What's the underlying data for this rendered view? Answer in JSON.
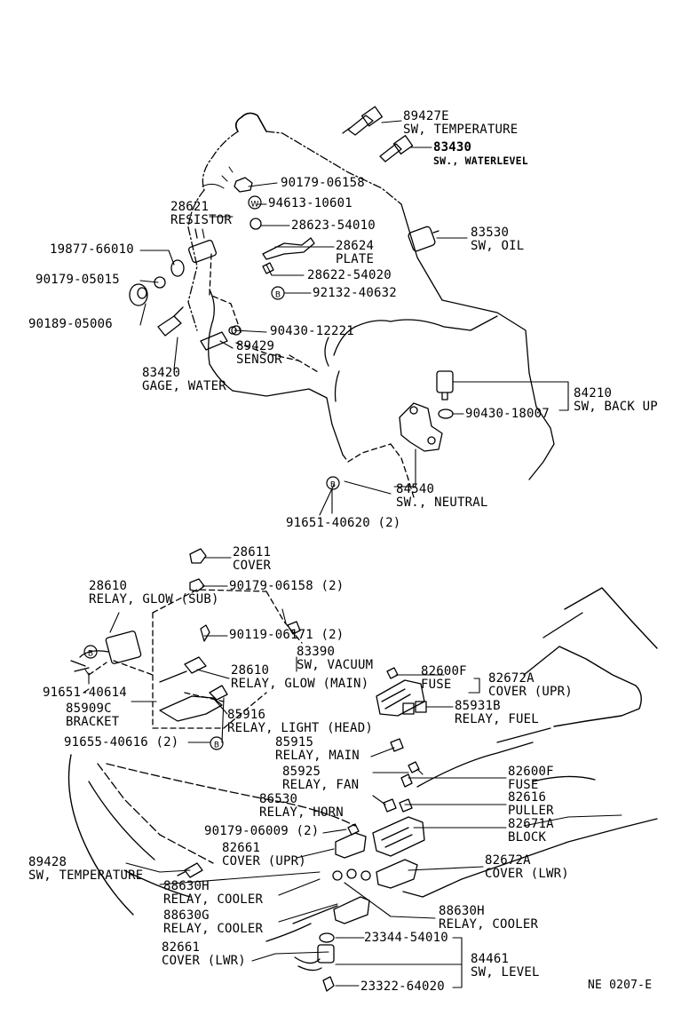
{
  "callouts": [
    {
      "part": "89427E",
      "name": "SW, TEMPERATURE"
    },
    {
      "part": "83430",
      "name": "SW., WATERLEVEL"
    },
    {
      "part": "90179-06158",
      "name": ""
    },
    {
      "part": "94613-10601",
      "name": ""
    },
    {
      "part": "28621",
      "name": "RESISTOR"
    },
    {
      "part": "28623-54010",
      "name": ""
    },
    {
      "part": "28624",
      "name": "PLATE"
    },
    {
      "part": "83530",
      "name": "SW, OIL"
    },
    {
      "part": "19877-66010",
      "name": ""
    },
    {
      "part": "28622-54020",
      "name": ""
    },
    {
      "part": "90179-05015",
      "name": ""
    },
    {
      "part": "92132-40632",
      "name": ""
    },
    {
      "part": "90189-05006",
      "name": ""
    },
    {
      "part": "90430-12221",
      "name": ""
    },
    {
      "part": "89429",
      "name": "SENSOR"
    },
    {
      "part": "83420",
      "name": "GAGE, WATER"
    },
    {
      "part": "84210",
      "name": "SW, BACK UP"
    },
    {
      "part": "90430-18007",
      "name": ""
    },
    {
      "part": "84540",
      "name": "SW., NEUTRAL"
    },
    {
      "part": "91651-40620 (2)",
      "name": ""
    },
    {
      "part": "28611",
      "name": "COVER"
    },
    {
      "part": "28610",
      "name": "RELAY, GLOW (SUB)"
    },
    {
      "part": "90179-06158 (2)",
      "name": ""
    },
    {
      "part": "90119-06171 (2)",
      "name": ""
    },
    {
      "part": "83390",
      "name": "SW, VACUUM"
    },
    {
      "part": "28610",
      "name": "RELAY, GLOW (MAIN)"
    },
    {
      "part": "91651-40614",
      "name": ""
    },
    {
      "part": "82600F",
      "name": "FUSE"
    },
    {
      "part": "82672A",
      "name": "COVER (UPR)"
    },
    {
      "part": "85909C",
      "name": "BRACKET"
    },
    {
      "part": "85916",
      "name": "RELAY, LIGHT (HEAD)"
    },
    {
      "part": "85931B",
      "name": "RELAY, FUEL"
    },
    {
      "part": "91655-40616 (2)",
      "name": ""
    },
    {
      "part": "85915",
      "name": "RELAY, MAIN"
    },
    {
      "part": "85925",
      "name": "RELAY, FAN"
    },
    {
      "part": "82600F",
      "name": "FUSE"
    },
    {
      "part": "86530",
      "name": "RELAY, HORN"
    },
    {
      "part": "82616",
      "name": "PULLER"
    },
    {
      "part": "90179-06009 (2)",
      "name": ""
    },
    {
      "part": "82671A",
      "name": "BLOCK"
    },
    {
      "part": "82661",
      "name": "COVER (UPR)"
    },
    {
      "part": "89428",
      "name": "SW, TEMPERATURE"
    },
    {
      "part": "82672A",
      "name": "COVER (LWR)"
    },
    {
      "part": "88630H",
      "name": "RELAY, COOLER"
    },
    {
      "part": "88630G",
      "name": "RELAY, COOLER"
    },
    {
      "part": "88630H",
      "name": "RELAY, COOLER"
    },
    {
      "part": "82661",
      "name": "COVER (LWR)"
    },
    {
      "part": "23344-54010",
      "name": ""
    },
    {
      "part": "84461",
      "name": "SW, LEVEL"
    },
    {
      "part": "23322-64020",
      "name": ""
    }
  ],
  "markers": {
    "washer": "W",
    "bolt": "B"
  },
  "figure_code": "NE 0207-E"
}
